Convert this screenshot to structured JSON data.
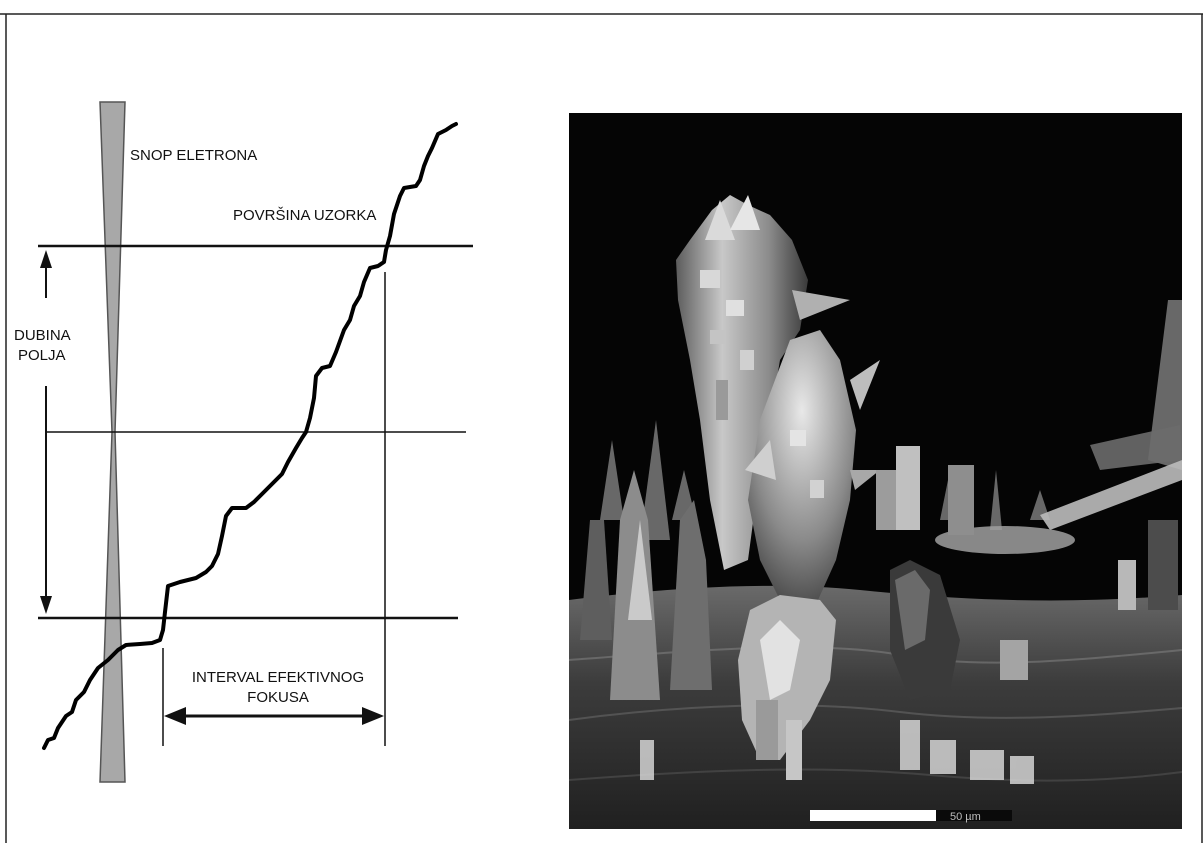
{
  "diagram": {
    "labels": {
      "beam": "SNOP ELETRONA",
      "surface": "POVRŠINA UZORKA",
      "depth_line1": "DUBINA",
      "depth_line2": "POLJA",
      "interval_line1": "INTERVAL EFEKTIVNOG",
      "interval_line2": "FOKUSA"
    }
  },
  "micrograph": {
    "scale_bar_label": "50 µm"
  }
}
